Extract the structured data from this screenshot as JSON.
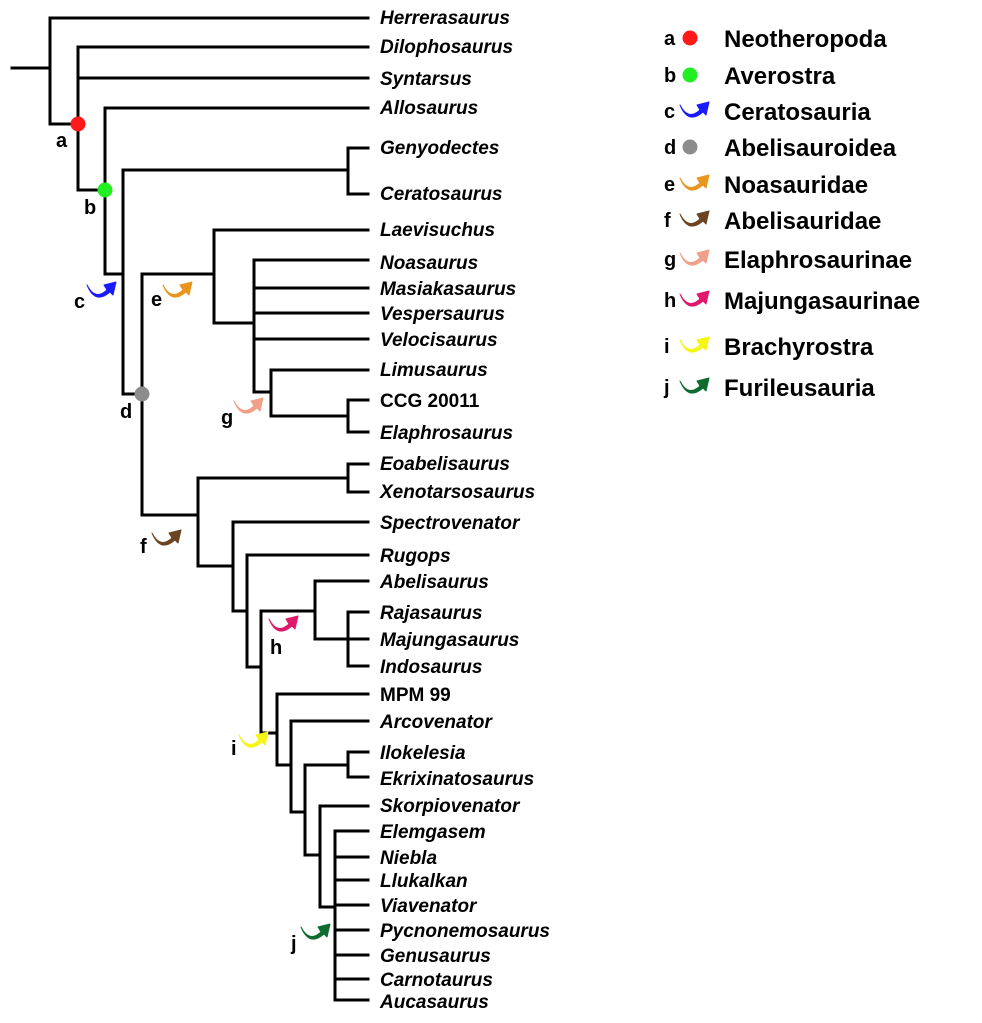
{
  "taxa": [
    {
      "name": "Herrerasaurus",
      "italic": true
    },
    {
      "name": "Dilophosaurus",
      "italic": true
    },
    {
      "name": "Syntarsus",
      "italic": true
    },
    {
      "name": "Allosaurus",
      "italic": true
    },
    {
      "name": "Genyodectes",
      "italic": true
    },
    {
      "name": "Ceratosaurus",
      "italic": true
    },
    {
      "name": "Laevisuchus",
      "italic": true
    },
    {
      "name": "Noasaurus",
      "italic": true
    },
    {
      "name": "Masiakasaurus",
      "italic": true
    },
    {
      "name": "Vespersaurus",
      "italic": true
    },
    {
      "name": "Velocisaurus",
      "italic": true
    },
    {
      "name": "Limusaurus",
      "italic": true
    },
    {
      "name": "CCG 20011",
      "italic": false
    },
    {
      "name": "Elaphrosaurus",
      "italic": true
    },
    {
      "name": "Eoabelisaurus",
      "italic": true
    },
    {
      "name": "Xenotarsosaurus",
      "italic": true
    },
    {
      "name": "Spectrovenator",
      "italic": true
    },
    {
      "name": "Rugops",
      "italic": true
    },
    {
      "name": "Abelisaurus",
      "italic": true
    },
    {
      "name": "Rajasaurus",
      "italic": true
    },
    {
      "name": "Majungasaurus",
      "italic": true
    },
    {
      "name": "Indosaurus",
      "italic": true
    },
    {
      "name": "MPM 99",
      "italic": false
    },
    {
      "name": "Arcovenator",
      "italic": true
    },
    {
      "name": "Ilokelesia",
      "italic": true
    },
    {
      "name": "Ekrixinatosaurus",
      "italic": true
    },
    {
      "name": "Skorpiovenator",
      "italic": true
    },
    {
      "name": "Elemgasem",
      "italic": true
    },
    {
      "name": "Niebla",
      "italic": true
    },
    {
      "name": "Llukalkan",
      "italic": true
    },
    {
      "name": "Viavenator",
      "italic": true
    },
    {
      "name": "Pycnonemosaurus",
      "italic": true
    },
    {
      "name": "Genusaurus",
      "italic": true
    },
    {
      "name": "Carnotaurus",
      "italic": true
    },
    {
      "name": "Aucasaurus",
      "italic": true
    }
  ],
  "nodes": [
    {
      "letter": "a",
      "marker": "dot",
      "color": "#ff1a1a"
    },
    {
      "letter": "b",
      "marker": "dot",
      "color": "#22ee22"
    },
    {
      "letter": "c",
      "marker": "arrow",
      "color": "#1a1aff"
    },
    {
      "letter": "d",
      "marker": "dot",
      "color": "#8c8c8c"
    },
    {
      "letter": "e",
      "marker": "arrow",
      "color": "#e8961e"
    },
    {
      "letter": "f",
      "marker": "arrow",
      "color": "#6b4423"
    },
    {
      "letter": "g",
      "marker": "arrow",
      "color": "#f0a088"
    },
    {
      "letter": "h",
      "marker": "arrow",
      "color": "#e0186c"
    },
    {
      "letter": "i",
      "marker": "arrow",
      "color": "#f5f516"
    },
    {
      "letter": "j",
      "marker": "arrow",
      "color": "#0f6b30"
    }
  ],
  "legend": [
    {
      "letter": "a",
      "name": "Neotheropoda",
      "marker": "dot",
      "color": "#ff1a1a"
    },
    {
      "letter": "b",
      "name": "Averostra",
      "marker": "dot",
      "color": "#22ee22"
    },
    {
      "letter": "c",
      "name": "Ceratosauria",
      "marker": "arrow",
      "color": "#1a1aff"
    },
    {
      "letter": "d",
      "name": "Abelisauroidea",
      "marker": "dot",
      "color": "#8c8c8c"
    },
    {
      "letter": "e",
      "name": "Noasauridae",
      "marker": "arrow",
      "color": "#e8961e"
    },
    {
      "letter": "f",
      "name": "Abelisauridae",
      "marker": "arrow",
      "color": "#6b4423"
    },
    {
      "letter": "g",
      "name": "Elaphrosaurinae",
      "marker": "arrow",
      "color": "#f0a088"
    },
    {
      "letter": "h",
      "name": "Majungasaurinae",
      "marker": "arrow",
      "color": "#e0186c"
    },
    {
      "letter": "i",
      "name": "Brachyrostra",
      "marker": "arrow",
      "color": "#f5f516"
    },
    {
      "letter": "j",
      "name": "Furileusauria",
      "marker": "arrow",
      "color": "#0f6b30"
    }
  ]
}
